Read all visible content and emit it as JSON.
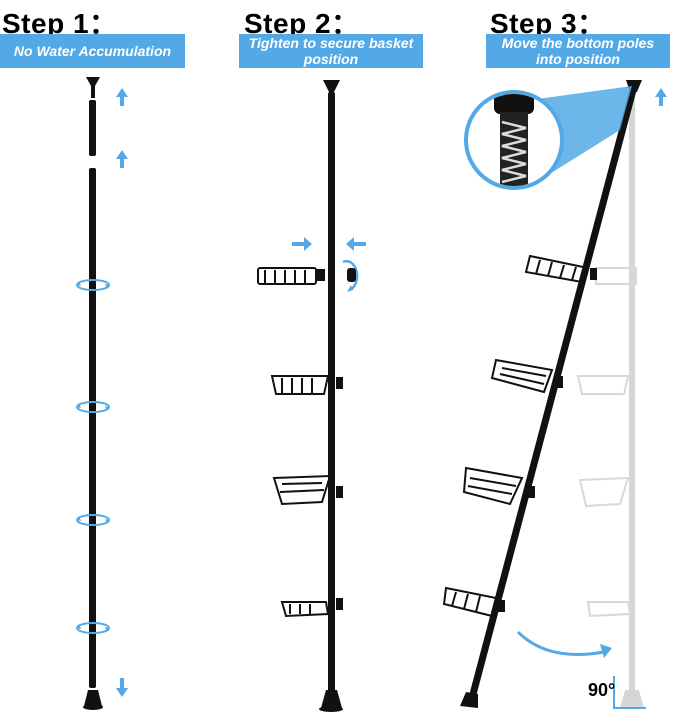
{
  "steps": [
    {
      "title": "Step 1：",
      "caption_line1": "No Water Accumulation",
      "caption_line2": ""
    },
    {
      "title": "Step 2：",
      "caption_line1": "Tighten to secure basket",
      "caption_line2": "position"
    },
    {
      "title": "Step 3：",
      "caption_line1": "Move the bottom poles",
      "caption_line2": "into position"
    }
  ],
  "angle_label": "90°",
  "colors": {
    "accent": "#53a9e6",
    "pole": "#111111",
    "ghost": "#cfcfcf"
  },
  "icons": [
    "up-arrow-icon",
    "down-arrow-icon",
    "rotate-icon",
    "press-arrow-icon",
    "spring-zoom-icon",
    "curved-arrow-icon"
  ]
}
